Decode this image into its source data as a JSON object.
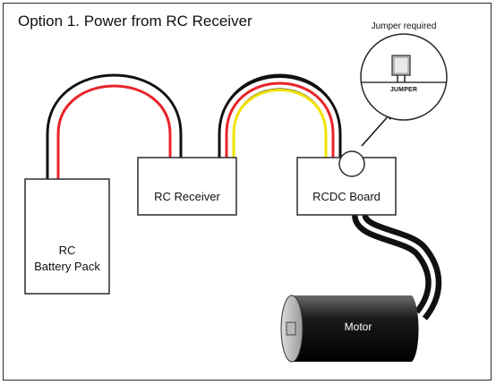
{
  "title": "Option 1. Power from RC Receiver",
  "components": {
    "battery": {
      "line1": "RC",
      "line2": "Battery Pack"
    },
    "receiver": {
      "label": "RC Receiver"
    },
    "rcdc_board": {
      "label": "RCDC Board"
    },
    "motor": {
      "label": "Motor"
    }
  },
  "callout": {
    "title": "Jumper required",
    "jumper_label": "JUMPER"
  },
  "colors": {
    "wire_black": "#111111",
    "wire_red": "#e8242a",
    "wire_yellow": "#f2e300",
    "outline": "#2b2b2b"
  }
}
